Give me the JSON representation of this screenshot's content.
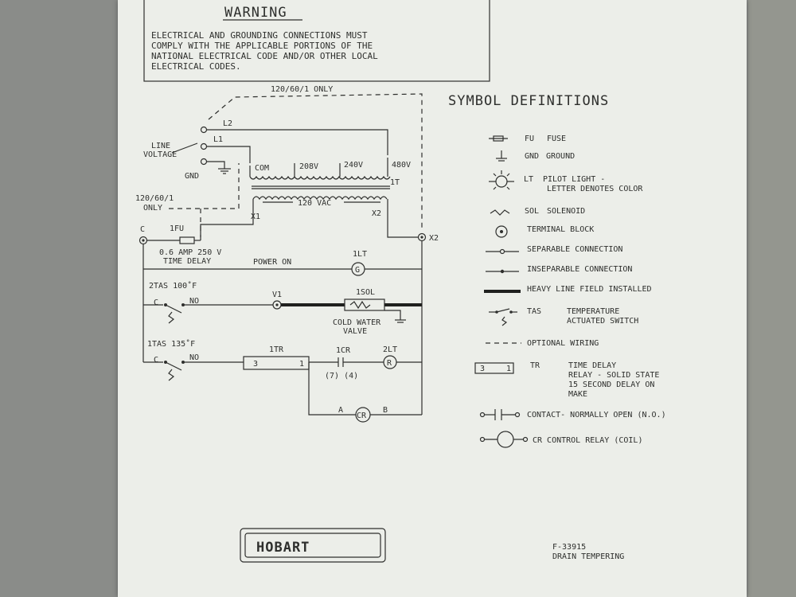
{
  "warning": {
    "title": "WARNING",
    "lines": [
      "ELECTRICAL AND GROUNDING CONNECTIONS MUST",
      "COMPLY WITH THE APPLICABLE PORTIONS OF THE",
      "NATIONAL ELECTRICAL CODE AND/OR OTHER LOCAL",
      "ELECTRICAL CODES."
    ]
  },
  "schematic": {
    "labels": {
      "top_only": "120/60/1 ONLY",
      "l2": "L2",
      "l1": "L1",
      "line_voltage_1": "LINE",
      "line_voltage_2": "VOLTAGE",
      "gnd": "GND",
      "com": "COM",
      "v208": "208V",
      "v240": "240V",
      "v480": "480V",
      "t1": "1T",
      "only_1": "120/60/1",
      "only_2": "ONLY",
      "x1": "X1",
      "x2_a": "X2",
      "vac120": "120 VAC",
      "x2_b": "X2",
      "c_main": "C",
      "fu": "1FU",
      "fu_rating_1": "0.6 AMP 250 V",
      "fu_rating_2": "TIME DELAY",
      "power_on": "POWER ON",
      "lt1": "1LT",
      "g": "G",
      "tas2": "2TAS 100˚F",
      "c2": "C",
      "no2": "NO",
      "v1": "V1",
      "sol1": "1SOL",
      "cold_1": "COLD WATER",
      "cold_2": "VALVE",
      "tas1": "1TAS 135˚F",
      "c1": "C",
      "no1": "NO",
      "tr1": "1TR",
      "tr_3": "3",
      "tr_1": "1",
      "cr1": "1CR",
      "cr_pins": "(7)  (4)",
      "lt2": "2LT",
      "r": "R",
      "a": "A",
      "cr": "CR",
      "b": "B"
    }
  },
  "symbols": {
    "title": "SYMBOL DEFINITIONS",
    "items": [
      {
        "code": "FU",
        "desc": "FUSE"
      },
      {
        "code": "GND",
        "desc": "GROUND"
      },
      {
        "code": "LT",
        "desc": "PILOT LIGHT -",
        "desc2": "LETTER DENOTES COLOR"
      },
      {
        "code": "SOL",
        "desc": "SOLENOID"
      },
      {
        "code": "",
        "desc": "TERMINAL BLOCK"
      },
      {
        "code": "",
        "desc": "SEPARABLE CONNECTION"
      },
      {
        "code": "",
        "desc": "INSEPARABLE CONNECTION"
      },
      {
        "code": "",
        "desc": "HEAVY LINE FIELD INSTALLED"
      },
      {
        "code": "TAS",
        "desc": "TEMPERATURE",
        "desc2": "ACTUATED SWITCH"
      },
      {
        "code": "",
        "desc": "OPTIONAL WIRING"
      },
      {
        "code": "TR",
        "desc": "TIME DELAY",
        "desc2": "RELAY - SOLID STATE",
        "desc3": "15 SECOND DELAY ON",
        "desc4": "MAKE",
        "box_3": "3",
        "box_1": "1"
      },
      {
        "code": "",
        "desc": "CONTACT- NORMALLY OPEN (N.O.)"
      },
      {
        "code": "",
        "desc": "CR CONTROL RELAY (COIL)"
      }
    ]
  },
  "footer": {
    "brand": "HOBART",
    "part": "F-33915",
    "name": "DRAIN TEMPERING"
  }
}
